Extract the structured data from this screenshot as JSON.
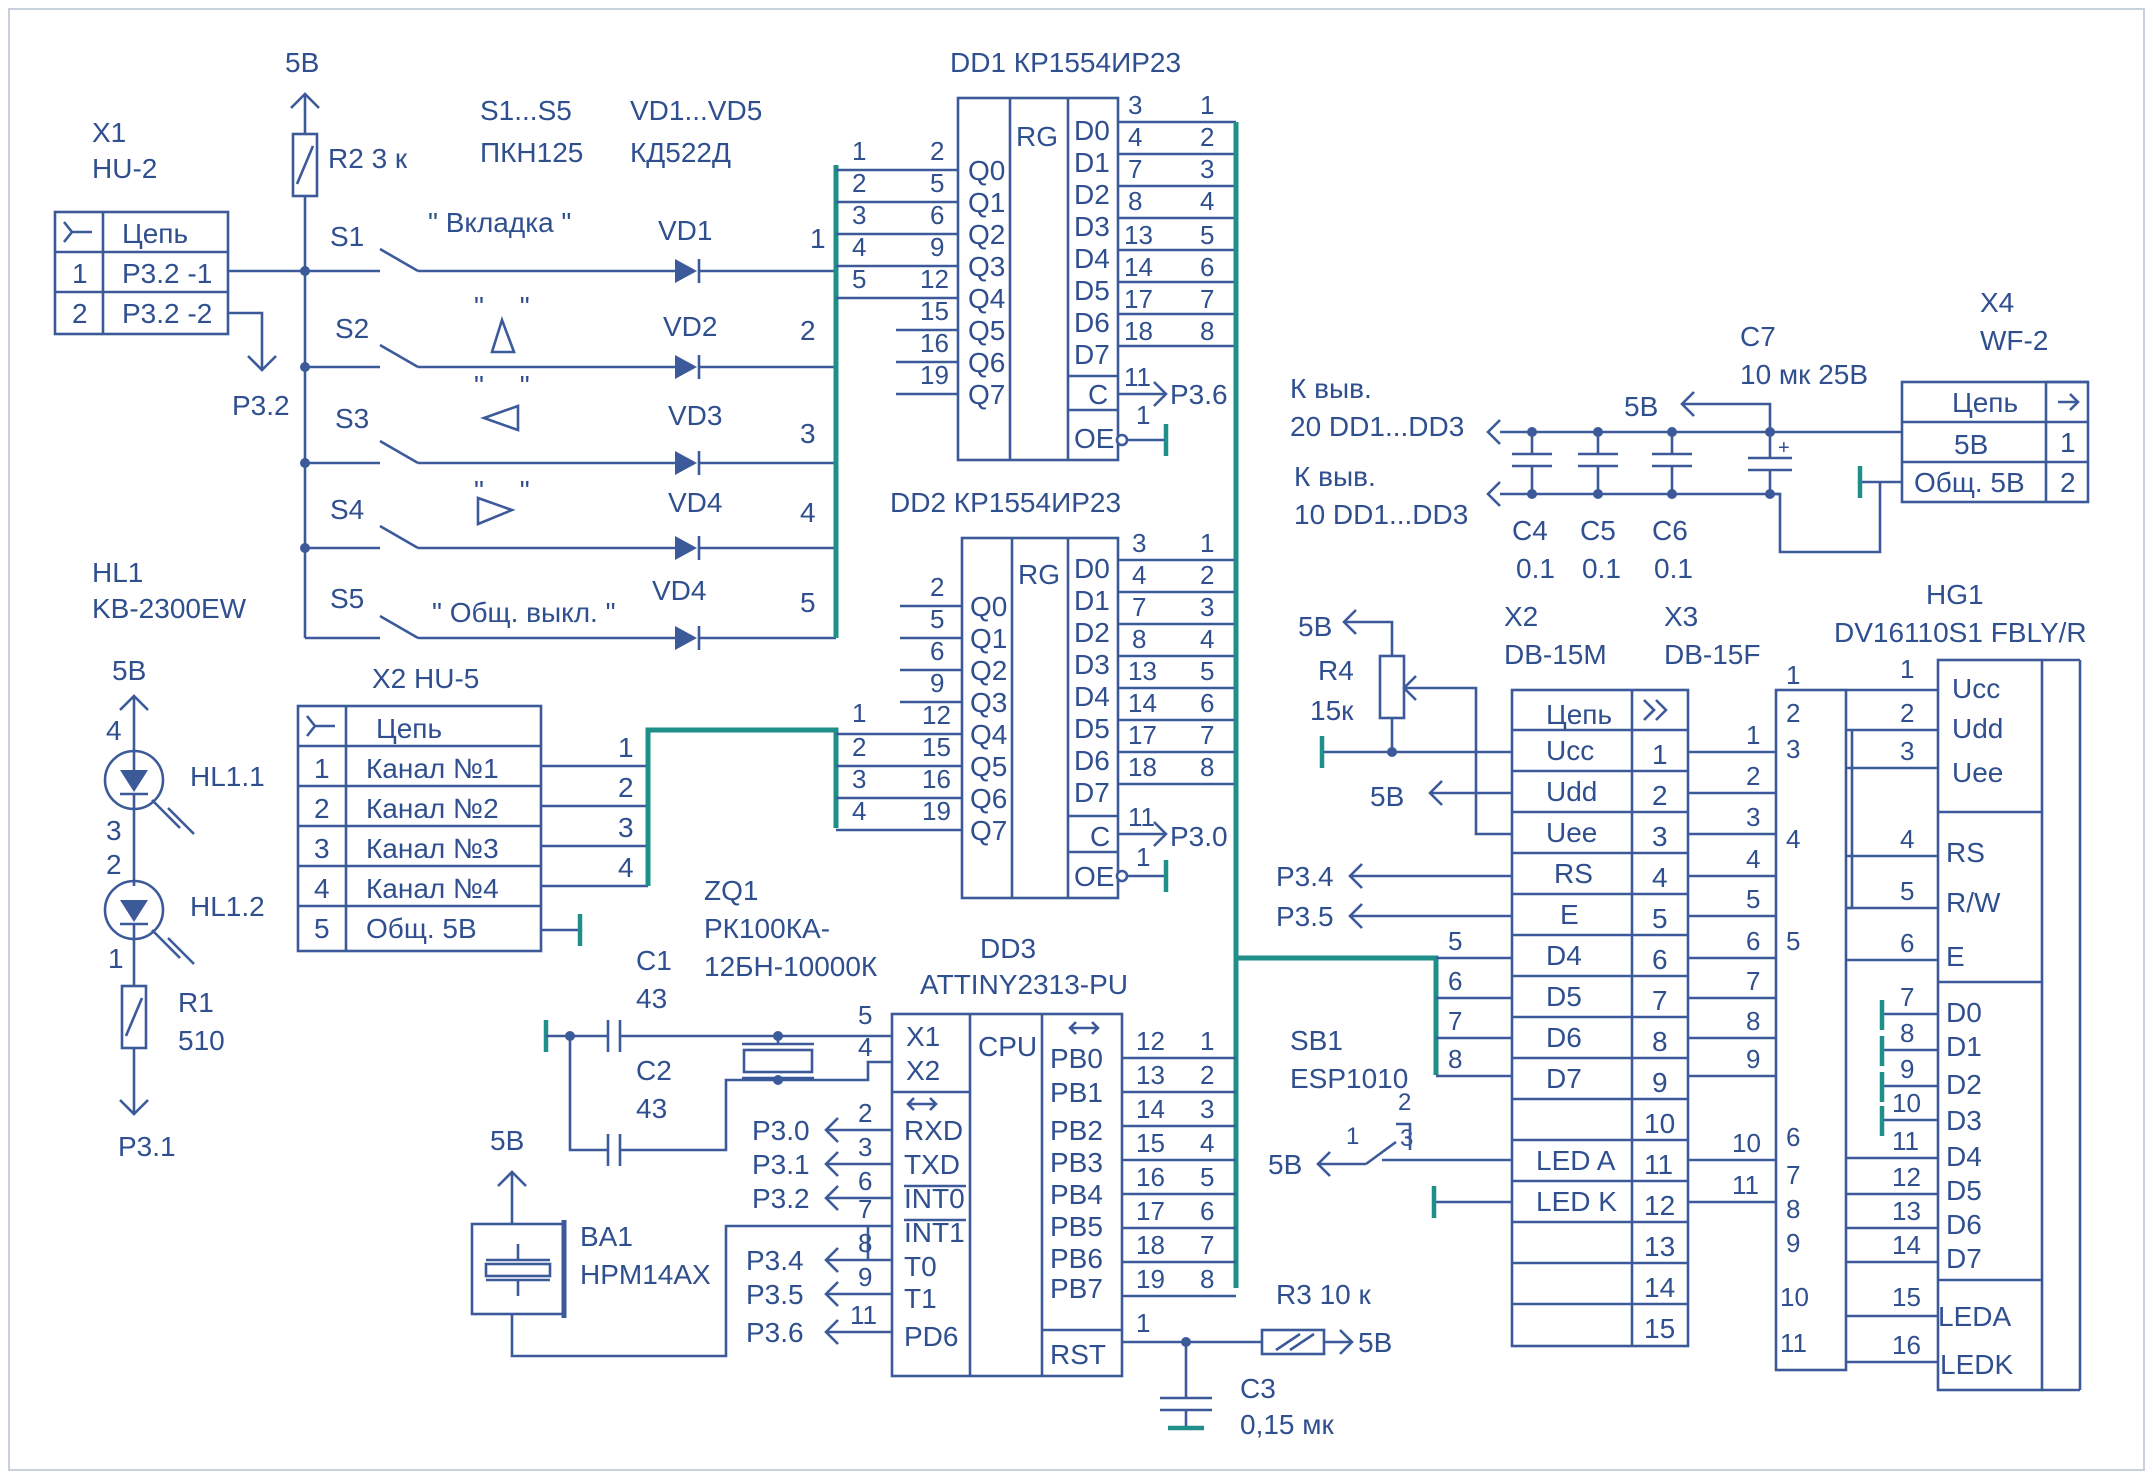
{
  "frame": {
    "background": "#ffffff",
    "line": "#3c5a9a",
    "bus": "#1f8f8a"
  },
  "labels": {
    "x1_ref": "X1",
    "x1_type": "HU-2",
    "x1_hdr": "Цепь",
    "x1_r1_num": "1",
    "x1_r1": "Р3.2 -1",
    "x1_r2_num": "2",
    "x1_r2": "Р3.2 -2",
    "p32": "Р3.2",
    "v5_top": "5В",
    "r2": "R2 3 к",
    "s_ref": "S1...S5",
    "s_type": "ПКН125",
    "vd_ref": "VD1...VD5",
    "vd_type": "КД522Д",
    "s1": "S1",
    "s2": "S2",
    "s3": "S3",
    "s4": "S4",
    "s5": "S5",
    "s1_note": "\" Вкладка \"",
    "s5_note": "\" Общ. выкл. \"",
    "s2_q": "\" \"",
    "s3_q": "\" \"",
    "s4_q": "\" \"",
    "vd1": "VD1",
    "vd2": "VD2",
    "vd3": "VD3",
    "vd4": "VD4",
    "vd5": "VD4",
    "n1": "1",
    "n2": "2",
    "n3": "3",
    "n4": "4",
    "n5": "5",
    "hl1_ref": "HL1",
    "hl1_type": "KB-2300EW",
    "v5_led": "5В",
    "hl11": "HL1.1",
    "hl12": "HL1.2",
    "led_p4": "4",
    "led_p3": "3",
    "led_p2": "2",
    "led_p1": "1",
    "r1": "R1",
    "r1_val": "510",
    "p31": "Р3.1",
    "x2_title": "X2 HU-5",
    "x2_hdr": "Цепь",
    "x2_c1": "Канал №1",
    "x2_c2": "Канал №2",
    "x2_c3": "Канал №3",
    "x2_c4": "Канал №4",
    "x2_c5": "Общ. 5В",
    "dd1_title": "DD1  КР1554ИР23",
    "dd2_title": "DD2  КР1554ИР23",
    "rg": "RG",
    "q0": "Q0",
    "q1": "Q1",
    "q2": "Q2",
    "q3": "Q3",
    "q4": "Q4",
    "q5": "Q5",
    "q6": "Q6",
    "q7": "Q7",
    "d0": "D0",
    "d1": "D1",
    "d2": "D2",
    "d3": "D3",
    "d4": "D4",
    "d5": "D5",
    "d6": "D6",
    "d7": "D7",
    "c": "C",
    "oe": "OE",
    "p36": "Р3.6",
    "p30": "Р3.0",
    "zq1": "ZQ1",
    "zq1_type1": "РК100КА-",
    "zq1_type2": "12БН-10000К",
    "c1": "C1",
    "c1_val": "43",
    "c2": "C2",
    "c2_val": "43",
    "dd3_title": "DD3",
    "dd3_type": "ATTINY2313-PU",
    "cpu": "CPU",
    "x1pin": "X1",
    "x2pin": "X2",
    "rxd": "RXD",
    "txd": "TXD",
    "int0": "INT0",
    "int1": "INT1",
    "t0": "T0",
    "t1": "T1",
    "pd6": "PD6",
    "rst": "RST",
    "pb0": "PB0",
    "pb1": "PB1",
    "pb2": "PB2",
    "pb3": "PB3",
    "pb4": "PB4",
    "pb5": "PB5",
    "pb6": "PB6",
    "pb7": "PB7",
    "p30b": "Р3.0",
    "p31b": "Р3.1",
    "p32b": "Р3.2",
    "p34": "Р3.4",
    "p35": "Р3.5",
    "p36b": "Р3.6",
    "v5_ba": "5В",
    "ba1": "BA1",
    "ba1_type": "HPM14AX",
    "r3": "R3 10 к",
    "v5_r3": "5В",
    "c3": "C3",
    "c3_val": "0,15 мк",
    "kvyv20a": "К выв.",
    "kvyv20b": "20 DD1...DD3",
    "kvyv10a": "К выв.",
    "kvyv10b": "10 DD1...DD3",
    "v5_c": "5В",
    "c7": "C7",
    "c7_val": "10 мк 25В",
    "c4": "C4",
    "c4_val": "0.1",
    "c5": "C5",
    "c5_val": "0.1",
    "c6": "C6",
    "c6_val": "0.1",
    "x4": "X4",
    "x4_type": "WF-2",
    "x4_hdr": "Цепь",
    "x4_r1": "5В",
    "x4_r2": "Общ. 5В",
    "v5_r4": "5В",
    "r4": "R4",
    "r4_val": "15к",
    "x2b": "X2",
    "x2b_type": "DB-15M",
    "x3": "X3",
    "x3_type": "DB-15F",
    "db_hdr": "Цепь",
    "ucc": "Ucc",
    "udd": "Udd",
    "uee": "Uee",
    "rs": "RS",
    "e": "E",
    "dbd4": "D4",
    "dbd5": "D5",
    "dbd6": "D6",
    "dbd7": "D7",
    "leda": "LED A",
    "ledk": "LED K",
    "v5_udd": "5В",
    "p34c": "Р3.4",
    "p35c": "Р3.5",
    "sb1": "SB1",
    "sb1_type": "ESP1010",
    "v5_sb": "5В",
    "hg1": "HG1",
    "hg1_type": "DV16110S1 FBLY/R",
    "hg_ucc": "Ucc",
    "hg_udd": "Udd",
    "hg_uee": "Uee",
    "hg_rs": "RS",
    "hg_rw": "R/W",
    "hg_e": "E",
    "hg_d0": "D0",
    "hg_d1": "D1",
    "hg_d2": "D2",
    "hg_d3": "D3",
    "hg_d4": "D4",
    "hg_d5": "D5",
    "hg_d6": "D6",
    "hg_d7": "D7",
    "hg_leda": "LEDA",
    "hg_ledk": "LEDK"
  }
}
